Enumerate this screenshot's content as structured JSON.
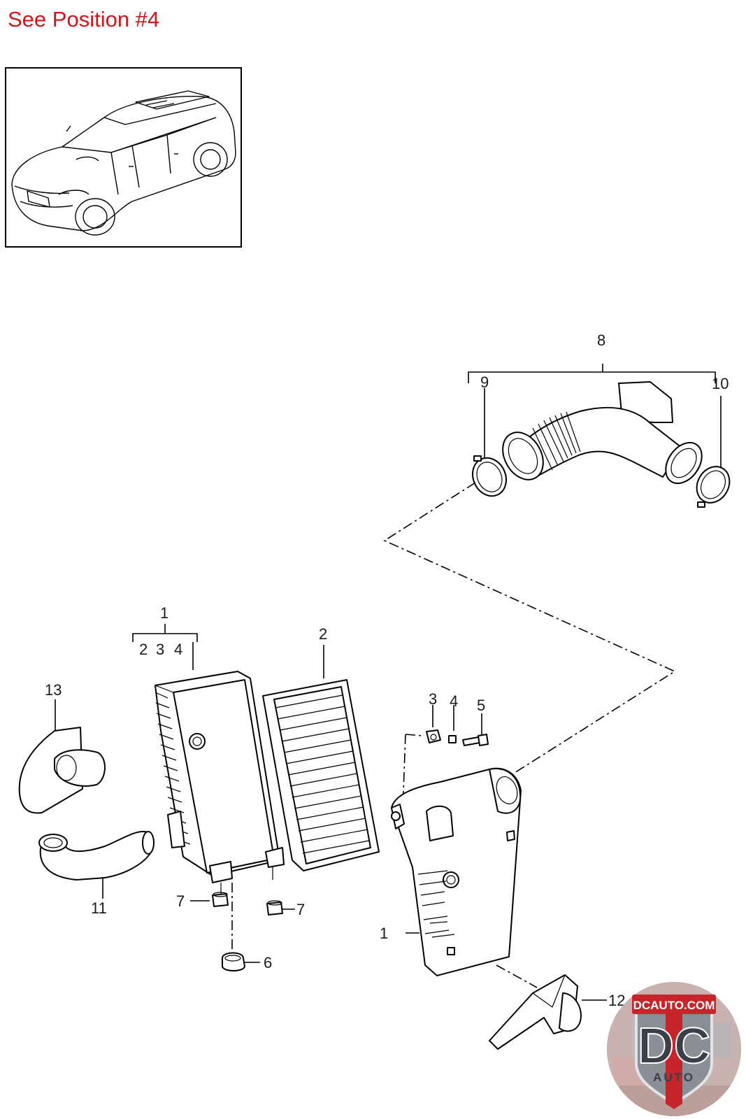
{
  "header": {
    "note": "See Position #4",
    "note_color": "#d0161b"
  },
  "vehicle_thumbnail": {
    "icon": "suv-vehicle-icon"
  },
  "callouts": {
    "c8": "8",
    "c9": "9",
    "c10": "10",
    "c1_top": "1",
    "c2_sub": "2",
    "c3_sub": "3",
    "c4_sub": "4",
    "c2": "2",
    "c3": "3",
    "c4": "4",
    "c5": "5",
    "c13": "13",
    "c11": "11",
    "c7_left": "7",
    "c7_right": "7",
    "c6": "6",
    "c1_lower": "1",
    "c12": "12"
  },
  "logo": {
    "icon": "dc-auto-logo",
    "text_top": "DCAUTO.COM",
    "letters": "DC",
    "text_bottom": "AUTO",
    "colors": {
      "red": "#c7252c",
      "grey": "#8a8f96",
      "dark": "#3b4048"
    }
  }
}
